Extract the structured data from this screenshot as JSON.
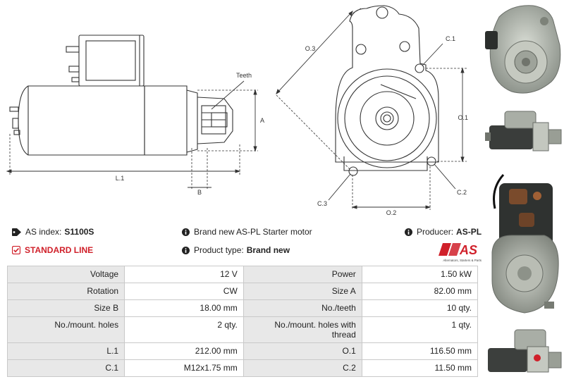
{
  "drawing": {
    "labels": {
      "teeth": "Teeth",
      "a": "A",
      "b": "B",
      "l1": "L.1",
      "o1": "O.1",
      "o2": "O.2",
      "o3": "O.3",
      "c1": "C.1",
      "c2": "C.2",
      "c3": "C.3"
    }
  },
  "info": {
    "as_index_label": "AS index:",
    "as_index_value": "S1100S",
    "standard_line": "STANDARD LINE",
    "description": "Brand new AS-PL Starter motor",
    "product_type_label": "Product type:",
    "product_type_value": "Brand new",
    "producer_label": "Producer:",
    "producer_value": "AS-PL"
  },
  "logo": {
    "mark": "AS",
    "tagline": "Alternators, Starters & Parts"
  },
  "specs": [
    {
      "label1": "Voltage",
      "value1": "12 V",
      "label2": "Power",
      "value2": "1.50 kW"
    },
    {
      "label1": "Rotation",
      "value1": "CW",
      "label2": "Size A",
      "value2": "82.00 mm"
    },
    {
      "label1": "Size B",
      "value1": "18.00 mm",
      "label2": "No./teeth",
      "value2": "10 qty."
    },
    {
      "label1": "No./mount. holes",
      "value1": "2 qty.",
      "label2": "No./mount. holes with thread",
      "value2": "1 qty."
    },
    {
      "label1": "L.1",
      "value1": "212.00 mm",
      "label2": "O.1",
      "value2": "116.50 mm"
    },
    {
      "label1": "C.1",
      "value1": "M12x1.75 mm",
      "label2": "C.2",
      "value2": "11.50 mm"
    }
  ],
  "colors": {
    "accent_red": "#d0202a",
    "label_bg": "#e8e8e8",
    "border": "#c9c9c9"
  },
  "icons": [
    "tag-icon",
    "check-square-icon",
    "info-icon"
  ]
}
